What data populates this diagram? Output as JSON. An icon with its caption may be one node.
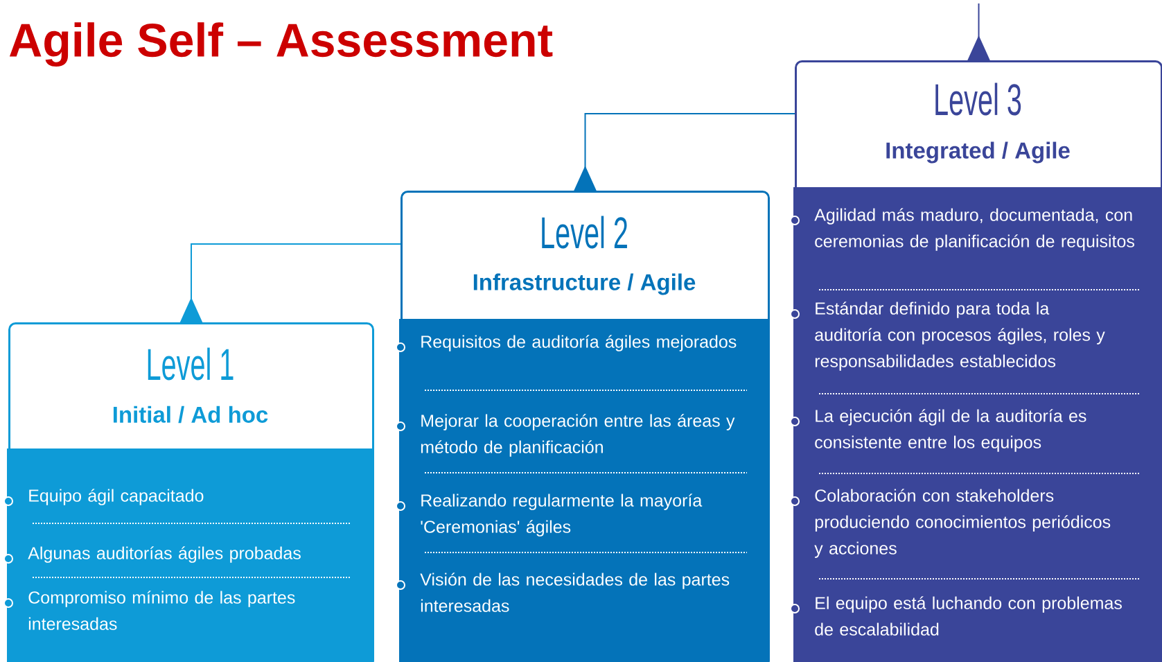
{
  "diagram": {
    "title": "Agile Self – Assessment",
    "nodes": [
      {
        "text": [
          "Level 1",
          "Initial / Ad hoc"
        ]
      },
      {
        "text": [
          "Equipo ágil capacitado"
        ],
        "in": 0
      },
      {
        "text": [
          "Algunas auditorías ágiles probadas"
        ],
        "in": 0
      },
      {
        "text": [
          "Compromiso mínimo de las partes interesadas"
        ],
        "in": 0
      },
      {
        "text": [
          "Level 2",
          "Infrastructure / Agile"
        ]
      },
      {
        "text": [
          "Requisitos de auditoría ágiles mejorados"
        ],
        "in": 4
      },
      {
        "text": [
          "Mejorar la cooperación entre las áreas y método de planificación"
        ],
        "in": 4
      },
      {
        "text": [
          "Realizando regularmente la mayoría 'Ceremonias' ágiles"
        ],
        "in": 4
      },
      {
        "text": [
          "Visión de las necesidades de las partes interesadas"
        ],
        "in": 4
      },
      {
        "text": [
          "Level 3",
          "Integrated / Agile"
        ]
      },
      {
        "text": [
          "Agilidad más maduro, documentada, con ceremonias de planificación de requisitos"
        ],
        "in": 9
      },
      {
        "text": [
          "Estándar definido para toda la auditoría con procesos ágiles, roles y responsabilidades establecidos"
        ],
        "in": 9
      },
      {
        "text": [
          "La ejecución ágil de la auditoría es consistente entre los equipos"
        ],
        "in": 9
      },
      {
        "text": [
          "Colaboración con stakeholders produciendo conocimientos periódicos y acciones"
        ],
        "in": 9
      },
      {
        "text": [
          "El equipo está luchando con problemas de escalabilidad"
        ],
        "in": 9
      }
    ],
    "edges": [
      {
        "from": 0,
        "to": 4,
        "arrow": "to"
      },
      {
        "from": 4,
        "to": 9,
        "arrow": "to"
      },
      {
        "from": 9,
        "to": null,
        "arrow": "to"
      }
    ]
  }
}
